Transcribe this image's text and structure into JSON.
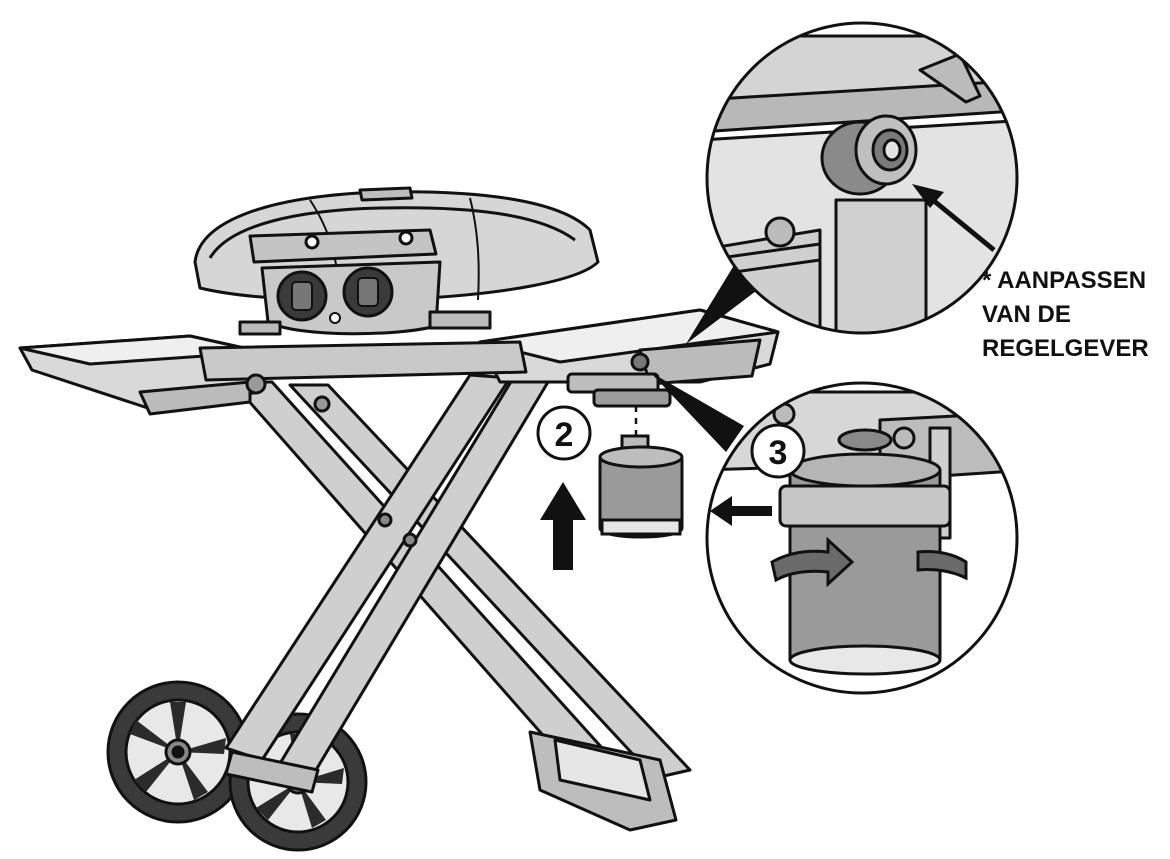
{
  "steps": [
    {
      "number": "2"
    },
    {
      "number": "3"
    }
  ],
  "callout": {
    "lines": [
      "* AANPASSEN",
      "VAN DE",
      "REGELGEVER"
    ]
  }
}
